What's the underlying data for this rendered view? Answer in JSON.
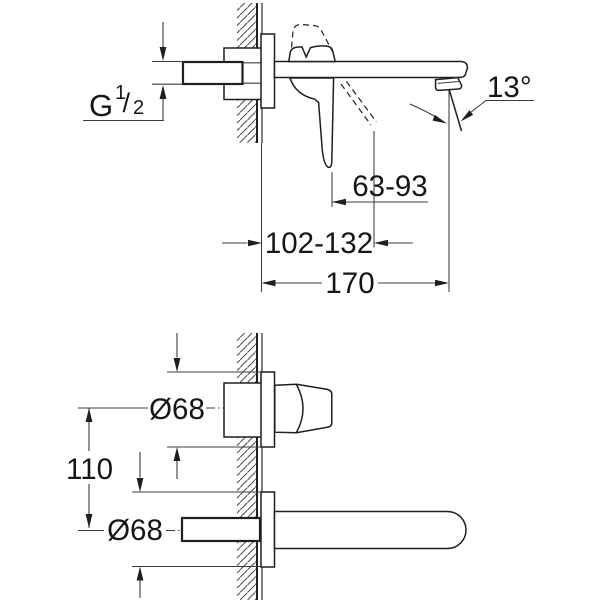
{
  "drawing": {
    "description": "Wall-mounted two-hole basin mixer installation dimension drawing, side view and front profile view",
    "labels": {
      "thread_g": "G",
      "thread_num": "1",
      "thread_slash": "/",
      "thread_den": "2",
      "spout_angle": "13°",
      "lever_projection_range": "63-93",
      "spout_depth_range": "102-132",
      "total_projection": "170",
      "escutcheon_diameter_top": "Ø68",
      "centre_distance": "110",
      "escutcheon_diameter_bottom": "Ø68"
    },
    "colors": {
      "line": "#1f1f1f",
      "dimension_line": "#3c3c3c",
      "background": "#ffffff"
    }
  }
}
